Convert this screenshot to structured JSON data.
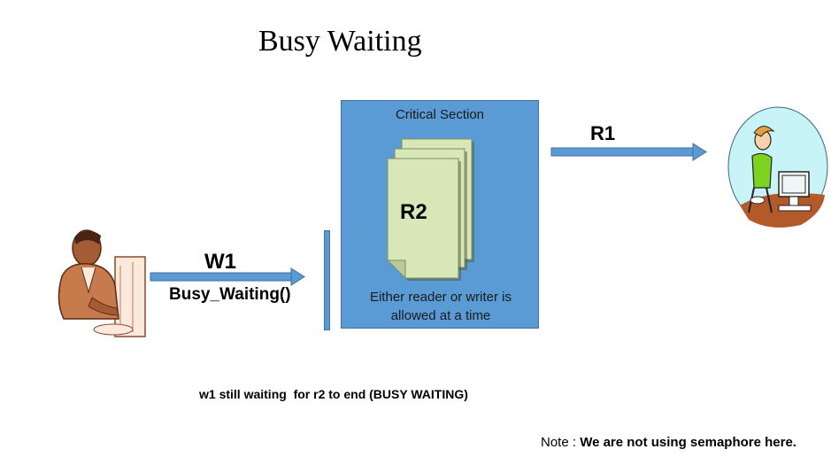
{
  "title": "Busy Waiting",
  "critical_section": {
    "label": "Critical Section",
    "occupant": "R2",
    "description": "Either reader or writer is allowed at a time"
  },
  "writer": {
    "label": "W1",
    "call": "Busy_Waiting()"
  },
  "reader": {
    "label": "R1"
  },
  "status_text": "w1 still waiting  for r2 to end (BUSY WAITING)",
  "note": {
    "prefix": "Note : ",
    "text": "We are not using semaphore here."
  },
  "colors": {
    "box_fill": "#5b9bd5",
    "page_fill": "#d8e7b8",
    "arrow_fill": "#5b9bd5"
  }
}
